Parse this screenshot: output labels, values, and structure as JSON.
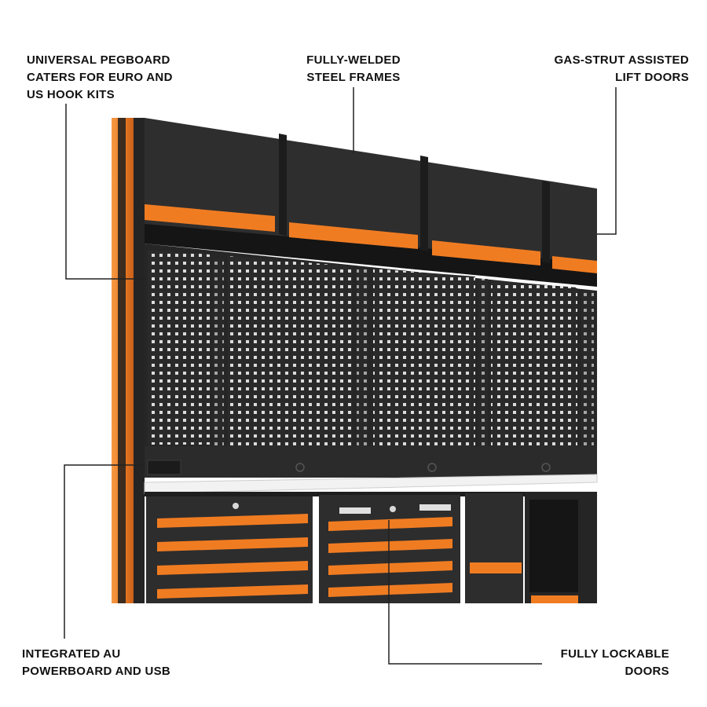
{
  "colors": {
    "accent": "#f07c22",
    "cabinet": "#2c2c2c",
    "cabinet_dark": "#1a1a1a",
    "line": "#222222",
    "background": "#ffffff"
  },
  "callouts": {
    "pegboard": {
      "lines": [
        "UNIVERSAL PEGBOARD",
        "CATERS FOR EURO AND",
        "US HOOK KITS"
      ]
    },
    "frames": {
      "lines": [
        "FULLY-WELDED",
        "STEEL FRAMES"
      ]
    },
    "lift_doors": {
      "lines": [
        "GAS-STRUT ASSISTED",
        "LIFT DOORS"
      ]
    },
    "powerboard": {
      "lines": [
        "INTEGRATED AU",
        "POWERBOARD AND USB"
      ]
    },
    "lockable": {
      "lines": [
        "FULLY LOCKABLE",
        "DOORS"
      ]
    }
  }
}
